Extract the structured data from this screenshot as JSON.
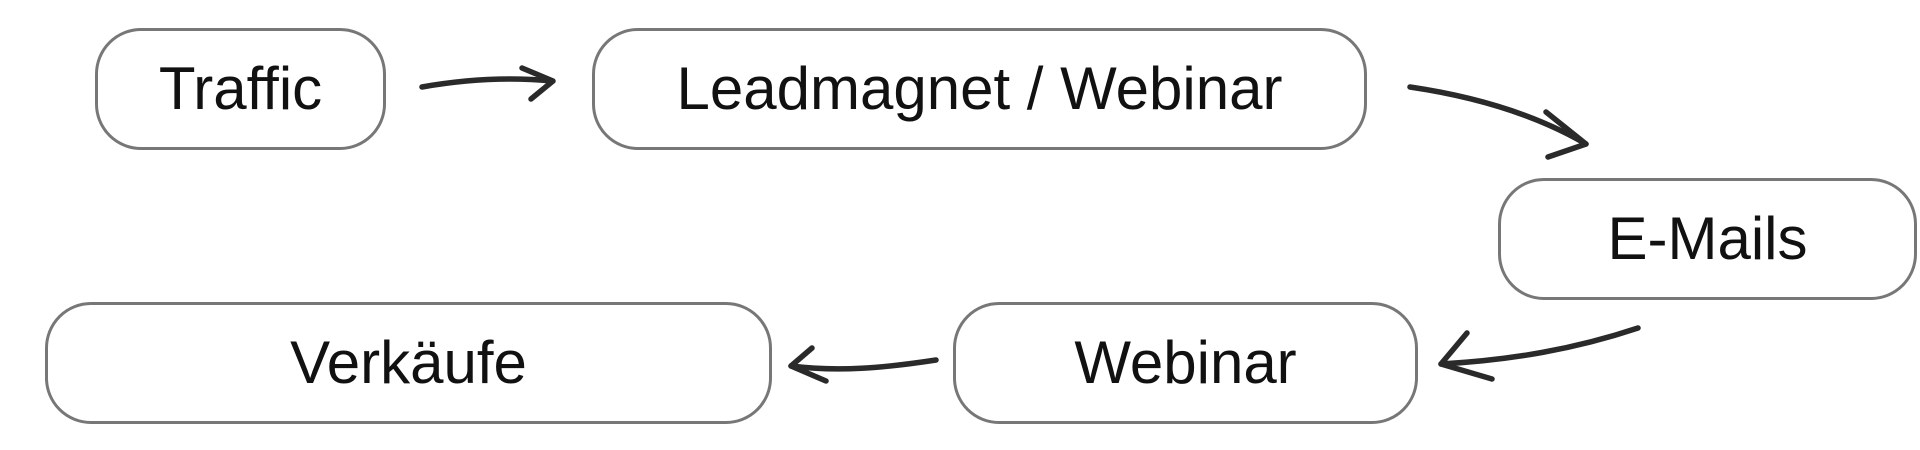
{
  "diagram": {
    "nodes": [
      {
        "id": "traffic",
        "label": "Traffic"
      },
      {
        "id": "lead",
        "label": "Leadmagnet / Webinar"
      },
      {
        "id": "emails",
        "label": "E-Mails"
      },
      {
        "id": "webinar",
        "label": "Webinar"
      },
      {
        "id": "verkaeufe",
        "label": "Verkäufe"
      }
    ],
    "edges": [
      {
        "from": "traffic",
        "to": "lead"
      },
      {
        "from": "lead",
        "to": "emails"
      },
      {
        "from": "emails",
        "to": "webinar"
      },
      {
        "from": "webinar",
        "to": "verkaeufe"
      }
    ],
    "colors": {
      "node_border": "#777777",
      "arrow": "#2a2a2a",
      "text": "#111111"
    }
  }
}
